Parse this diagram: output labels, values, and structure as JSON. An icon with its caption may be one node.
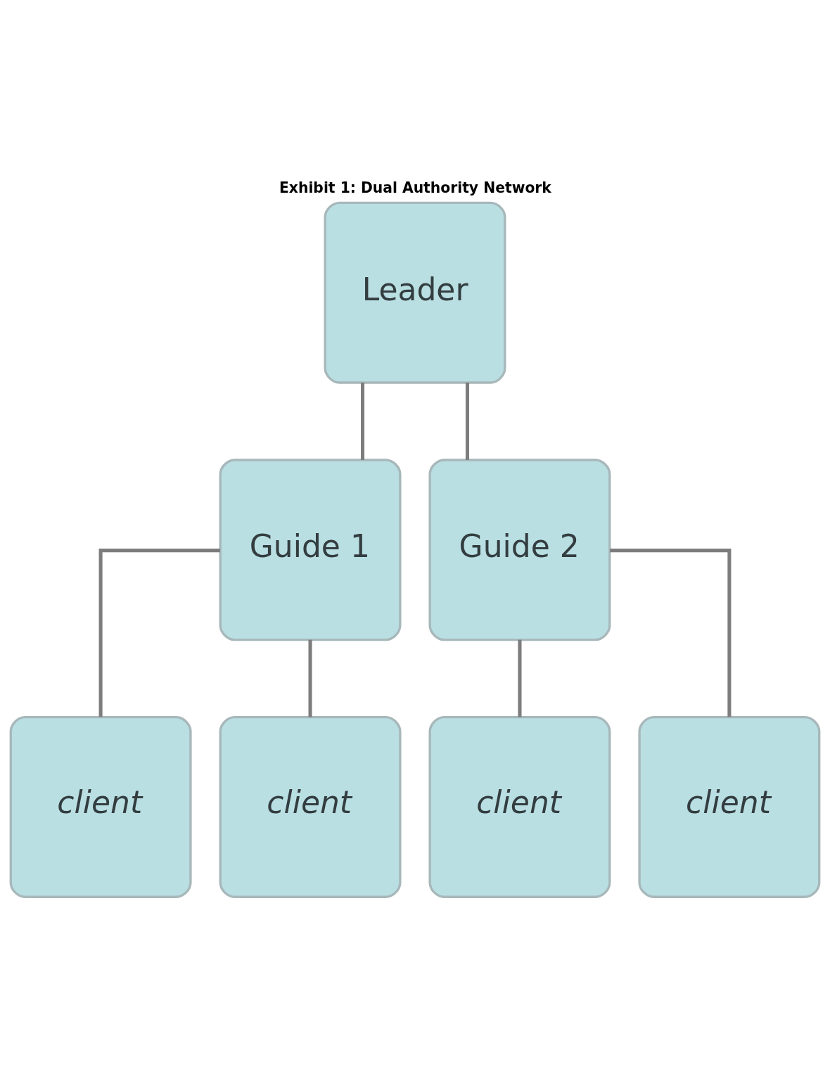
{
  "diagram": {
    "title": "Exhibit 1: Dual Authority Network",
    "nodes": [
      {
        "text": [
          "Leader"
        ]
      },
      {
        "text": [
          "Guide 1"
        ]
      },
      {
        "text": [
          "Guide 2"
        ]
      },
      {
        "text": [
          "client"
        ]
      },
      {
        "text": [
          "client"
        ]
      },
      {
        "text": [
          "client"
        ]
      },
      {
        "text": [
          "client"
        ]
      }
    ],
    "edges": [
      {
        "from": 0,
        "to": 1,
        "arrow": "none"
      },
      {
        "from": 0,
        "to": 2,
        "arrow": "none"
      },
      {
        "from": 1,
        "to": 3,
        "arrow": "none"
      },
      {
        "from": 1,
        "to": 4,
        "arrow": "none"
      },
      {
        "from": 2,
        "to": 5,
        "arrow": "none"
      },
      {
        "from": 2,
        "to": 6,
        "arrow": "none"
      }
    ]
  }
}
